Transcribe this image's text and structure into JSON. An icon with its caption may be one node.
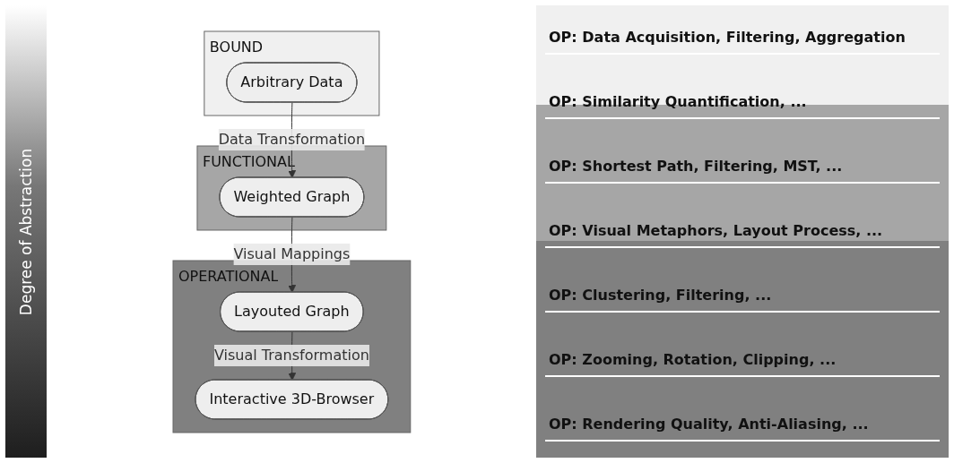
{
  "diagram": {
    "nodes": [
      {
        "text": [
          "BOUND"
        ]
      },
      {
        "text": [
          "Arbitrary Data"
        ],
        "in": 0
      },
      {
        "text": [
          "FUNCTIONAL"
        ]
      },
      {
        "text": [
          "Weighted Graph"
        ],
        "in": 2
      },
      {
        "text": [
          "OPERATIONAL"
        ]
      },
      {
        "text": [
          "Layouted Graph"
        ],
        "in": 4
      },
      {
        "text": [
          "Interactive 3D-Browser"
        ],
        "in": 4
      }
    ],
    "edges": [
      {
        "from": 1,
        "to": 3,
        "arrow": "to",
        "label": "Data Transformation"
      },
      {
        "from": 3,
        "to": 5,
        "arrow": "to",
        "label": "Visual Mappings"
      },
      {
        "from": 5,
        "to": 6,
        "arrow": "to",
        "label": "Visual Transformation"
      }
    ],
    "labels": [
      "Degree of Abstraction",
      "OP: Data Acquisition, Filtering, Aggregation",
      "OP: Similarity Quantification, ...",
      "OP: Shortest Path, Filtering, MST, ...",
      "OP: Visual Metaphors, Layout Process, ...",
      "OP: Clustering, Filtering, ...",
      "OP: Zooming, Rotation, Clipping, ...",
      "OP: Rendering Quality, Anti-Aliasing, ..."
    ]
  }
}
